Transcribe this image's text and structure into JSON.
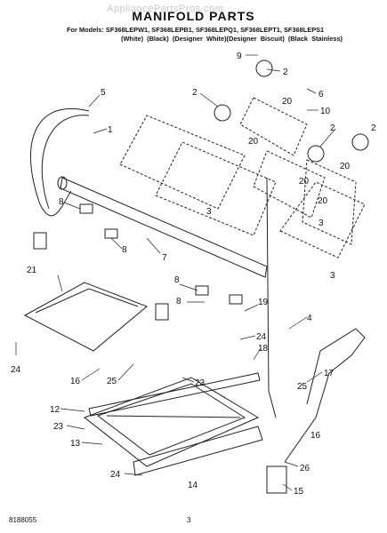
{
  "watermark": "AppliancePartsPros.com",
  "title": "MANIFOLD PARTS",
  "models_line": "For Models: SF368LEPW1, SF368LEPB1, SF368LEPQ1, SF368LEPT1, SF368LEPS1",
  "finishes": [
    "(White)",
    "(Black)",
    "(Designer White)",
    "(Designer Biscuit)",
    "(Black Stainless)"
  ],
  "footer": {
    "doc_number": "8188055",
    "page_number": "3"
  },
  "callouts": [
    "9",
    "2",
    "6",
    "10",
    "5",
    "2",
    "20",
    "1",
    "20",
    "2",
    "2",
    "20",
    "20",
    "8",
    "3",
    "20",
    "3",
    "8",
    "7",
    "21",
    "3",
    "8",
    "8",
    "19",
    "4",
    "24",
    "24",
    "18",
    "16",
    "25",
    "23",
    "17",
    "25",
    "12",
    "16",
    "23",
    "13",
    "26",
    "24",
    "14",
    "15"
  ]
}
